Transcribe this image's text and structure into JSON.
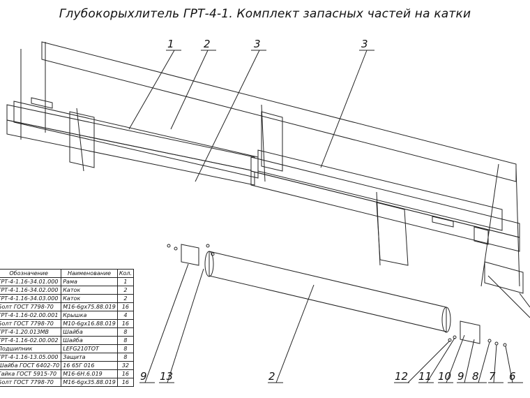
{
  "title": "Глубокорыхлитель ГРТ-4-1. Комплект запасных частей на катки",
  "table": {
    "headers": [
      "Обозначение",
      "Наименование",
      "Кол."
    ],
    "rows": [
      [
        "ГРТ-4-1.16-34.01.000",
        "Рама",
        "1"
      ],
      [
        "ГРТ-4-1.16-34.02.000",
        "Каток",
        "2"
      ],
      [
        "ГРТ-4-1.16-34.03.000",
        "Каток",
        "2"
      ],
      [
        "Болт ГОСТ 7798-70",
        "М16-6gх75.88.019",
        "16"
      ],
      [
        "ГРТ-4-1.16-02.00.001",
        "Крышка",
        "4"
      ],
      [
        "Болт ГОСТ 7798-70",
        "М10-6gх16.88.019",
        "16"
      ],
      [
        "ГРТ-4-1.20.013МВ",
        "Шайба",
        "8"
      ],
      [
        "ГРТ-4-1.16-02.00.002",
        "Шайба",
        "8"
      ],
      [
        "Подшипник",
        "LEFG210TOT",
        "8"
      ],
      [
        "ГРТ-4-1.16-13.05.000",
        "Защита",
        "8"
      ],
      [
        "Шайба ГОСТ 6402-70",
        "16 65Г 016",
        "32"
      ],
      [
        "Гайка ГОСТ 5915-70",
        "М16-6Н.6.019",
        "16"
      ],
      [
        "Болт ГОСТ 7798-70",
        "М16-6gх35.88.019",
        "16"
      ]
    ]
  },
  "callouts": {
    "c1": "1",
    "c2": "2",
    "c3a": "3",
    "c3b": "3",
    "c9l": "9",
    "c13": "13",
    "c2b": "2",
    "c12": "12",
    "c11": "11",
    "c10": "10",
    "c9r": "9",
    "c8": "8",
    "c7": "7",
    "c6": "6"
  }
}
